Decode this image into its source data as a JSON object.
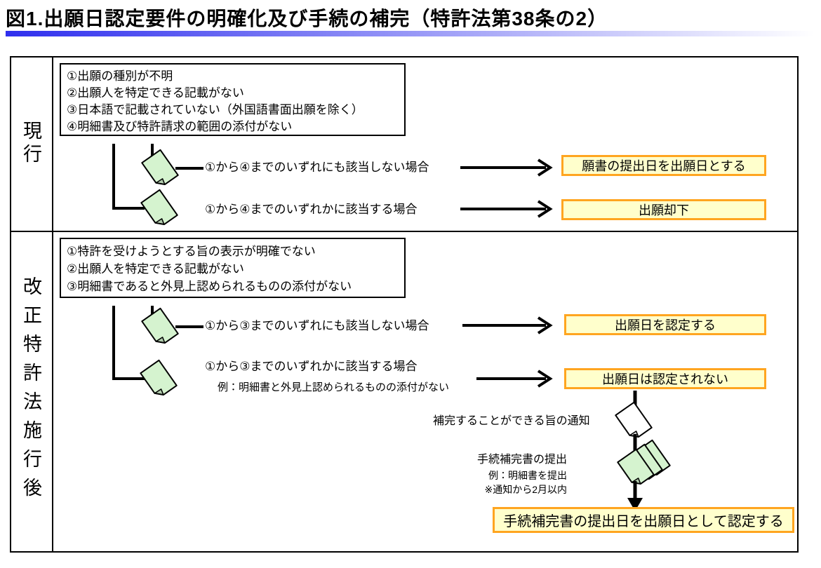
{
  "title": "図1.出願日認定要件の明確化及び手続の補完（特許法第38条の2）",
  "colors": {
    "bar_start": "#2f2fee",
    "bar_end": "#ffffff",
    "box_fill": "#ffffcc",
    "box_border": "#ffa520",
    "doc_green": "#d5f3cf",
    "line_color": "#000000"
  },
  "icons": {
    "document": "tilted paper sheet with folded corner",
    "document_stack": "three stacked tilted green paper sheets",
    "arrow_right": "→",
    "arrow_down": "↓"
  },
  "rows": [
    {
      "label": "現行",
      "conditions": [
        "①出願の種別が不明",
        "②出願人を特定できる記載がない",
        "③日本語で記載されていない（外国語書面出願を除く）",
        "④明細書及び特許請求の範囲の添付がない"
      ],
      "branches": [
        {
          "label": "①から④までのいずれにも該当しない場合",
          "result": "願書の提出日を出願日とする"
        },
        {
          "label": "①から④までのいずれかに該当する場合",
          "result": "出願却下"
        }
      ]
    },
    {
      "label": "改正特許法施行後",
      "conditions": [
        "①特許を受けようとする旨の表示が明確でない",
        "②出願人を特定できる記載がない",
        "③明細書であると外見上認められるものの添付がない"
      ],
      "branches": [
        {
          "label": "①から③までのいずれにも該当しない場合",
          "result": "出願日を認定する"
        },
        {
          "label": "①から③までのいずれかに該当する場合",
          "example": "例：明細書と外見上認められるものの添付がない",
          "result": "出願日は認定されない"
        }
      ],
      "followup": {
        "notice": "補完することができる旨の通知",
        "submit": "手続補完書の提出",
        "submit_example": "例：明細書を提出",
        "submit_note": "※通知から2月以内",
        "final": "手続補完書の提出日を出願日として認定する"
      }
    }
  ]
}
